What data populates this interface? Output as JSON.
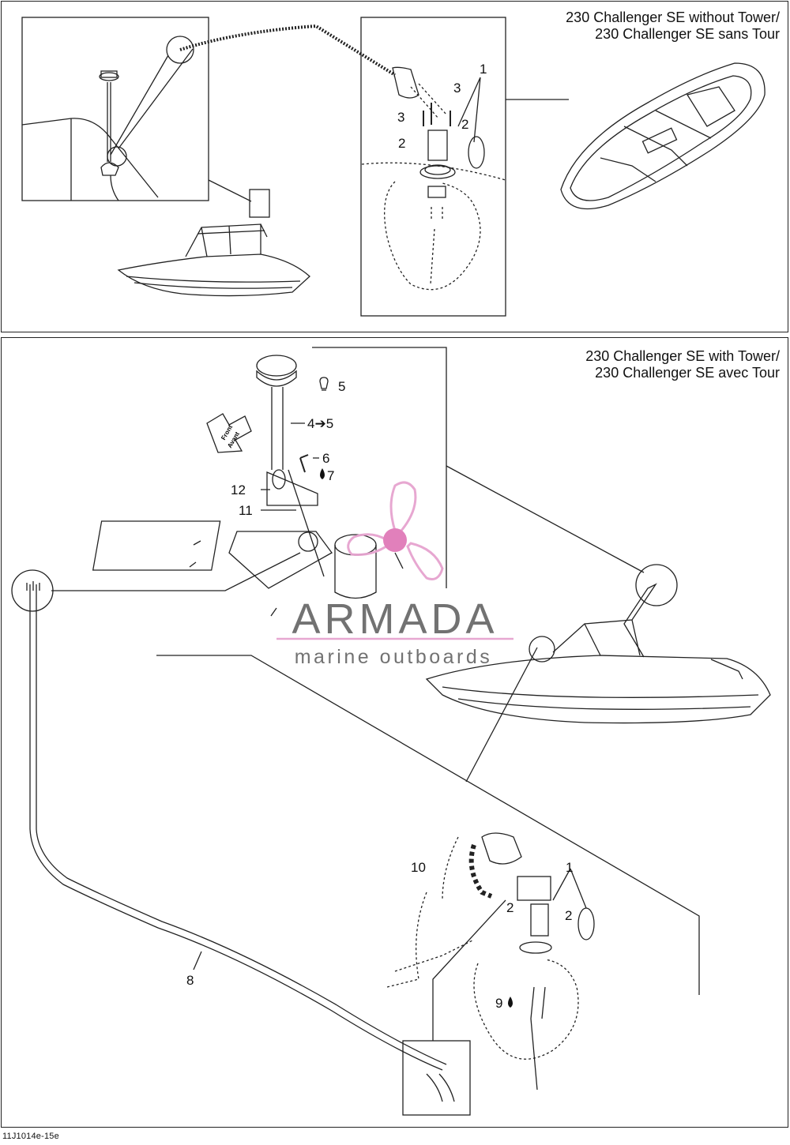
{
  "diagram": {
    "top_panel": {
      "title_line1": "230 Challenger SE without Tower/",
      "title_line2": "230 Challenger SE sans Tour"
    },
    "bottom_panel": {
      "title_line1": "230 Challenger SE with Tower/",
      "title_line2": "230 Challenger SE avec Tour"
    },
    "callouts": {
      "top_1": "1",
      "top_3a": "3",
      "top_3b": "3",
      "top_2a": "2",
      "top_2b": "2",
      "b_5": "5",
      "b_4to5": "4➔5",
      "b_6": "6",
      "b_7": "7",
      "b_12": "12",
      "b_11": "11",
      "b_10": "10",
      "b_1": "1",
      "b_2a": "2",
      "b_2b": "2",
      "b_9": "9",
      "b_8": "8"
    },
    "front_arrow_line1": "Front",
    "front_arrow_line2": "Avant",
    "reference_code": "11J1014e-15e"
  },
  "watermark": {
    "brand": "ARMADA",
    "tagline": "marine outboards",
    "logo_color": "#e6a3cf",
    "logo_center_color": "#e07ab8",
    "underline_color": "#e6a3cf"
  },
  "icons": [
    "bulb-icon",
    "adhesive-drop-icon",
    "front-arrow-icon",
    "boat-illustration",
    "mast-light-illustration",
    "propeller-logo-icon"
  ]
}
